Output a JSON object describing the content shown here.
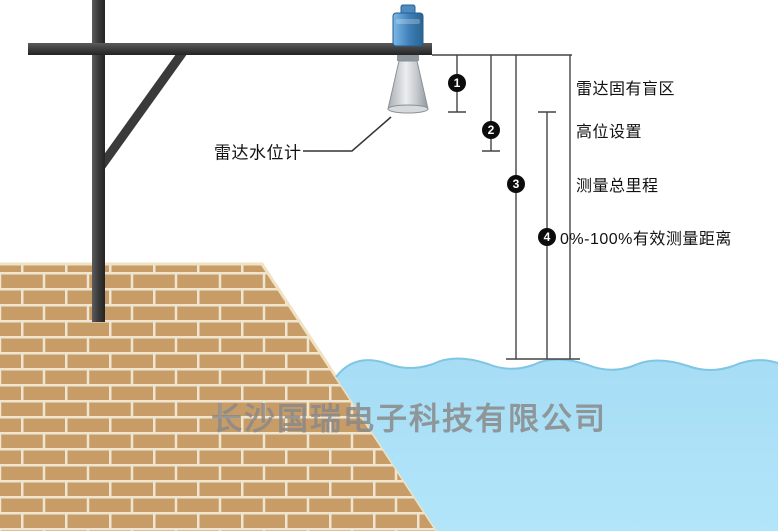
{
  "diagram": {
    "device_label": "雷达水位计",
    "annotations": [
      {
        "num": "1",
        "label": "雷达固有盲区"
      },
      {
        "num": "2",
        "label": "高位设置"
      },
      {
        "num": "3",
        "label": "测量总里程"
      },
      {
        "num": "4",
        "label": "0%-100%有效测量距离"
      }
    ],
    "watermark": "长沙国瑞电子科技有限公司",
    "colors": {
      "brick": "#c89c66",
      "mortar": "#efe6d2",
      "water": "#a6ddf5",
      "water_edge": "#7fc6e5",
      "steel": "#3a3a3a",
      "radar_blue": "#3e7fb8",
      "line": "#444444"
    }
  }
}
